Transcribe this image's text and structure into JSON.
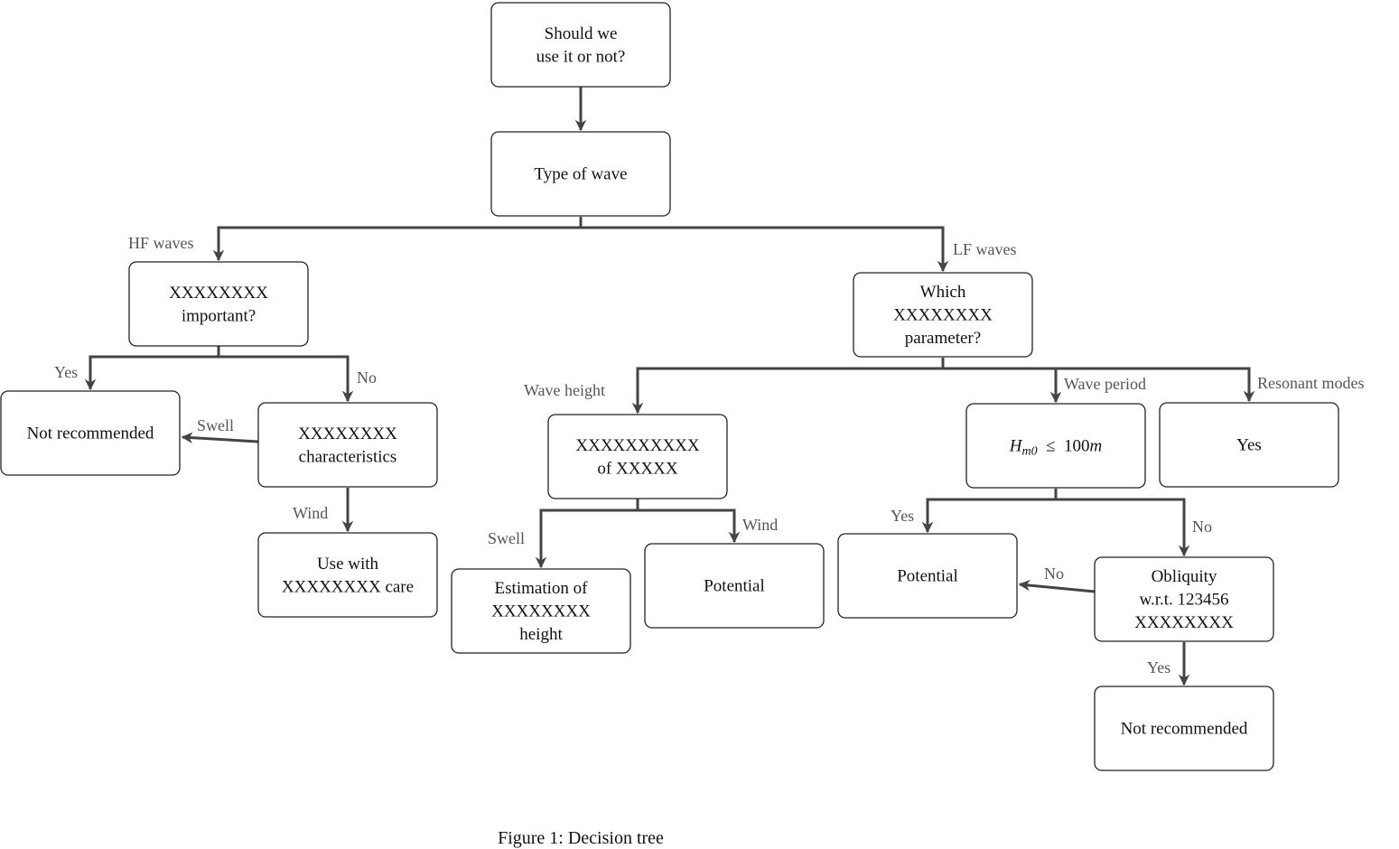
{
  "diagram": {
    "nodes": [
      {
        "id": "root",
        "lines": [
          "Should we",
          "use it or not?"
        ]
      },
      {
        "id": "type",
        "lines": [
          "Type of wave"
        ]
      },
      {
        "id": "hf",
        "lines": [
          "XXXXXXXX",
          "important?"
        ]
      },
      {
        "id": "lf",
        "lines": [
          "Which",
          "XXXXXXXX",
          "parameter?"
        ]
      },
      {
        "id": "notrec1",
        "lines": [
          "Not recommended"
        ]
      },
      {
        "id": "charac",
        "lines": [
          "XXXXXXXX",
          "characteristics"
        ]
      },
      {
        "id": "usecare",
        "lines": [
          "Use with",
          "XXXXXXXX care"
        ]
      },
      {
        "id": "ofx",
        "lines": [
          "XXXXXXXXXX",
          "of XXXXX"
        ]
      },
      {
        "id": "hm0",
        "rich": [
          {
            "t": "H",
            "i": true
          },
          {
            "t": "m0",
            "i": true,
            "sub": true
          },
          {
            "t": "  ≤  100"
          },
          {
            "t": "m",
            "i": true
          }
        ]
      },
      {
        "id": "yes",
        "lines": [
          "Yes"
        ]
      },
      {
        "id": "estim",
        "lines": [
          "Estimation of",
          "XXXXXXXX",
          "height"
        ]
      },
      {
        "id": "pot1",
        "lines": [
          "Potential"
        ]
      },
      {
        "id": "pot2",
        "lines": [
          "Potential"
        ]
      },
      {
        "id": "obliq",
        "lines": [
          "Obliquity",
          "w.r.t. 123456",
          "XXXXXXXX"
        ]
      },
      {
        "id": "notrec2",
        "lines": [
          "Not recommended"
        ]
      }
    ],
    "edges": [
      {
        "id": "e1",
        "from": "root",
        "to": "type",
        "label": ""
      },
      {
        "id": "e2",
        "from": "type",
        "to": "hf",
        "label": "HF waves"
      },
      {
        "id": "e3",
        "from": "type",
        "to": "lf",
        "label": "LF waves"
      },
      {
        "id": "e4",
        "from": "hf",
        "to": "notrec1",
        "label": "Yes"
      },
      {
        "id": "e5",
        "from": "hf",
        "to": "charac",
        "label": "No"
      },
      {
        "id": "e6",
        "from": "charac",
        "to": "notrec1",
        "label": "Swell"
      },
      {
        "id": "e7",
        "from": "charac",
        "to": "usecare",
        "label": "Wind"
      },
      {
        "id": "e8",
        "from": "lf",
        "to": "ofx",
        "label": "Wave height"
      },
      {
        "id": "e9",
        "from": "lf",
        "to": "hm0",
        "label": "Wave period"
      },
      {
        "id": "e10",
        "from": "lf",
        "to": "yes",
        "label": "Resonant modes"
      },
      {
        "id": "e11",
        "from": "ofx",
        "to": "estim",
        "label": "Swell"
      },
      {
        "id": "e12",
        "from": "ofx",
        "to": "pot1",
        "label": "Wind"
      },
      {
        "id": "e13",
        "from": "hm0",
        "to": "pot2",
        "label": "Yes"
      },
      {
        "id": "e14",
        "from": "hm0",
        "to": "obliq",
        "label": "No"
      },
      {
        "id": "e15",
        "from": "obliq",
        "to": "pot2",
        "label": "No"
      },
      {
        "id": "e16",
        "from": "obliq",
        "to": "notrec2",
        "label": "Yes"
      }
    ]
  },
  "caption": "Figure 1: Decision tree"
}
